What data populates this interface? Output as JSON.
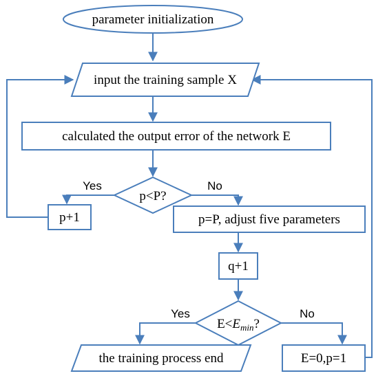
{
  "nodes": {
    "start": "parameter initialization",
    "input": "input the training sample X",
    "calc": "calculated the output error of the network E",
    "decision_p": "p<P?",
    "p_inc": "p+1",
    "adjust": "p=P, adjust five parameters",
    "q_inc": "q+1",
    "decision_e_prefix": "E<",
    "decision_e_var": "E",
    "decision_e_sub": "min",
    "decision_e_suffix": "?",
    "end": "the training process end",
    "reset": "E=0,p=1"
  },
  "edge_labels": {
    "p_yes": "Yes",
    "p_no": "No",
    "e_yes": "Yes",
    "e_no": "No"
  },
  "colors": {
    "stroke": "#4a7ebb",
    "text": "#000000",
    "background": "#ffffff"
  }
}
